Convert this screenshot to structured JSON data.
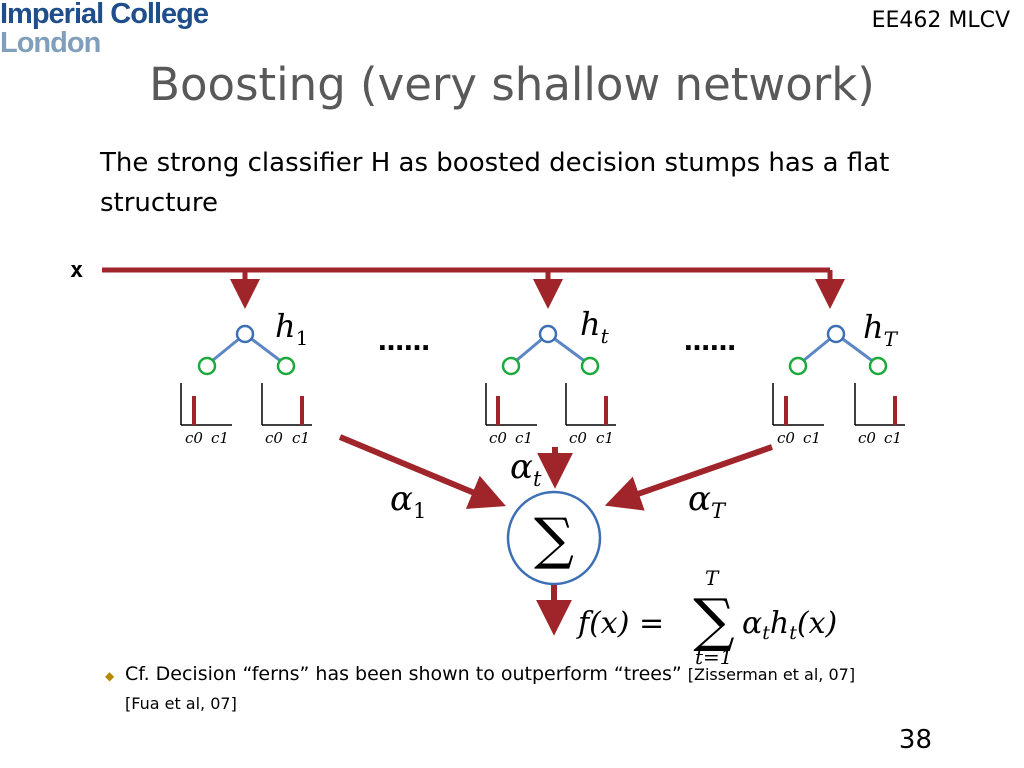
{
  "header": {
    "logo_line1": "Imperial College",
    "logo_line2": "London",
    "course": "EE462 MLCV"
  },
  "slide": {
    "title": "Boosting (very shallow network)",
    "intro": "The strong classifier H as boosted decision stumps has a flat structure",
    "bullet_text": "Cf. Decision “ferns” has been shown to outperform “trees”",
    "bullet_ref1": "[Zisserman et al, 07]",
    "bullet_ref2": "[Fua et al, 07]",
    "page_number": "38"
  },
  "diagram": {
    "input_label": "x",
    "ellipsis": "……",
    "sum_symbol": "∑",
    "stumps": [
      {
        "h_base": "h",
        "h_sub": "1",
        "c0": "c0",
        "c1": "c1"
      },
      {
        "h_base": "h",
        "h_sub": "t",
        "c0": "c0",
        "c1": "c1"
      },
      {
        "h_base": "h",
        "h_sub": "T",
        "c0": "c0",
        "c1": "c1"
      }
    ],
    "weights": [
      {
        "base": "α",
        "sub": "1"
      },
      {
        "base": "α",
        "sub": "t"
      },
      {
        "base": "α",
        "sub": "T"
      }
    ],
    "formula": {
      "lhs": "f(x) =",
      "sum": "∑",
      "upper": "T",
      "lower": "t=1",
      "rhs_alpha": "α",
      "rhs_alpha_sub": "t",
      "rhs_h": "h",
      "rhs_h_sub": "t",
      "rhs_arg": "(x)"
    },
    "colors": {
      "arrow": "#a0252a",
      "tree_edge": "#5b87c5",
      "root_node": "#3d6fb5",
      "leaf_node": "#1daa3d",
      "sum_circle": "#3d6fb5"
    }
  }
}
